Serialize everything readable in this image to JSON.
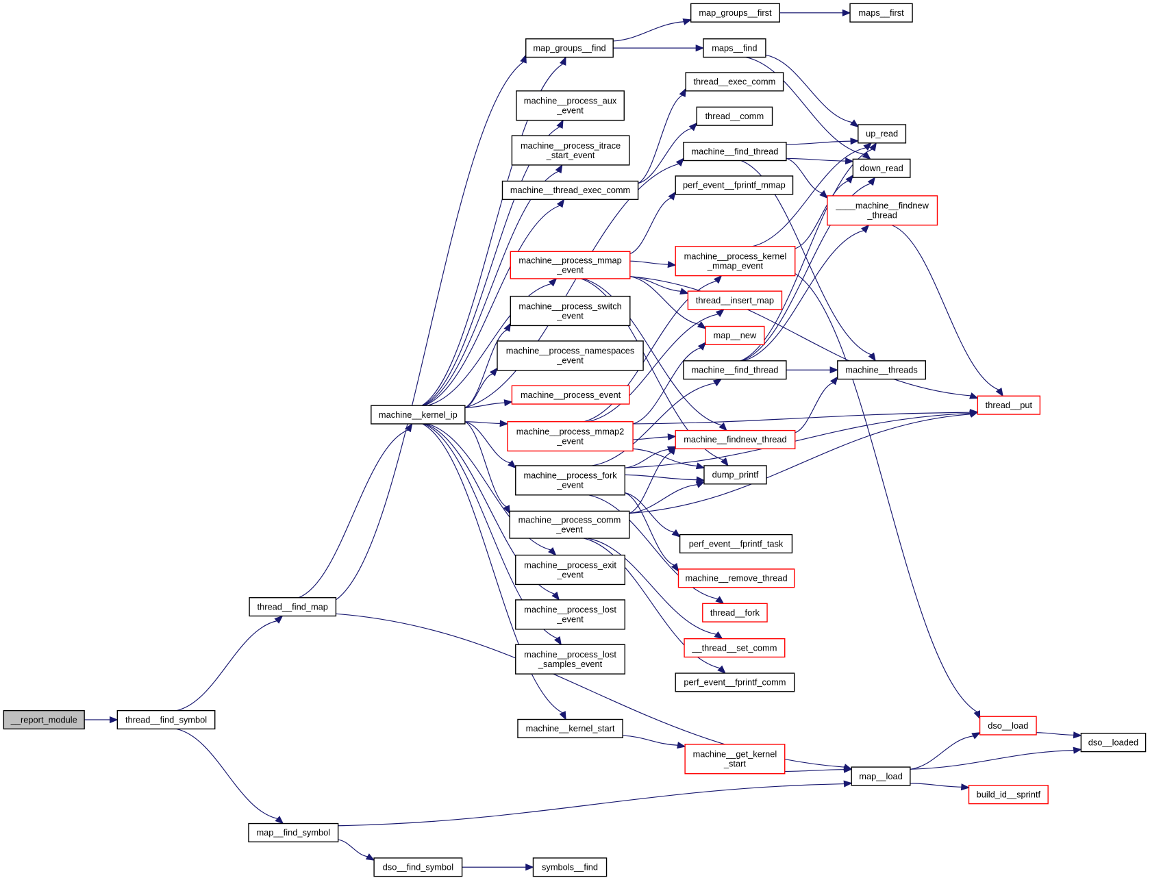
{
  "title": "Call graph of __report_module",
  "colors": {
    "edge": "#191970",
    "root_fill": "#bfbfbf",
    "node_border": "#000000",
    "external_border": "#ff0000"
  },
  "nodes": [
    {
      "id": "report_module",
      "lines": [
        "__report_module"
      ],
      "kind": "root"
    },
    {
      "id": "thread_find_symbol",
      "lines": [
        "thread__find_symbol"
      ],
      "kind": "normal"
    },
    {
      "id": "thread_find_map",
      "lines": [
        "thread__find_map"
      ],
      "kind": "normal"
    },
    {
      "id": "map_find_symbol",
      "lines": [
        "map__find_symbol"
      ],
      "kind": "normal"
    },
    {
      "id": "dso_find_symbol",
      "lines": [
        "dso__find_symbol"
      ],
      "kind": "normal"
    },
    {
      "id": "symbols_find",
      "lines": [
        "symbols__find"
      ],
      "kind": "normal"
    },
    {
      "id": "machine_kernel_ip",
      "lines": [
        "machine__kernel_ip"
      ],
      "kind": "normal"
    },
    {
      "id": "map_groups_find",
      "lines": [
        "map_groups__find"
      ],
      "kind": "normal"
    },
    {
      "id": "mp_aux_event",
      "lines": [
        "machine__process_aux",
        "_event"
      ],
      "kind": "normal"
    },
    {
      "id": "mp_itrace_start_event",
      "lines": [
        "machine__process_itrace",
        "_start_event"
      ],
      "kind": "normal"
    },
    {
      "id": "machine_thread_exec_comm",
      "lines": [
        "machine__thread_exec_comm"
      ],
      "kind": "normal"
    },
    {
      "id": "mp_mmap_event",
      "lines": [
        "machine__process_mmap",
        "_event"
      ],
      "kind": "external"
    },
    {
      "id": "mp_switch_event",
      "lines": [
        "machine__process_switch",
        "_event"
      ],
      "kind": "normal"
    },
    {
      "id": "mp_namespaces_event",
      "lines": [
        "machine__process_namespaces",
        "_event"
      ],
      "kind": "normal"
    },
    {
      "id": "mp_event",
      "lines": [
        "machine__process_event"
      ],
      "kind": "external"
    },
    {
      "id": "mp_mmap2_event",
      "lines": [
        "machine__process_mmap2",
        "_event"
      ],
      "kind": "external"
    },
    {
      "id": "mp_fork_event",
      "lines": [
        "machine__process_fork",
        "_event"
      ],
      "kind": "normal"
    },
    {
      "id": "mp_comm_event",
      "lines": [
        "machine__process_comm",
        "_event"
      ],
      "kind": "normal"
    },
    {
      "id": "mp_exit_event",
      "lines": [
        "machine__process_exit",
        "_event"
      ],
      "kind": "normal"
    },
    {
      "id": "mp_lost_event",
      "lines": [
        "machine__process_lost",
        "_event"
      ],
      "kind": "normal"
    },
    {
      "id": "mp_lost_samples_event",
      "lines": [
        "machine__process_lost",
        "_samples_event"
      ],
      "kind": "normal"
    },
    {
      "id": "machine_kernel_start",
      "lines": [
        "machine__kernel_start"
      ],
      "kind": "normal"
    },
    {
      "id": "map_groups_first",
      "lines": [
        "map_groups__first"
      ],
      "kind": "normal"
    },
    {
      "id": "maps_first",
      "lines": [
        "maps__first"
      ],
      "kind": "normal"
    },
    {
      "id": "maps_find",
      "lines": [
        "maps__find"
      ],
      "kind": "normal"
    },
    {
      "id": "thread_exec_comm",
      "lines": [
        "thread__exec_comm"
      ],
      "kind": "normal"
    },
    {
      "id": "thread_comm",
      "lines": [
        "thread__comm"
      ],
      "kind": "normal"
    },
    {
      "id": "machine_find_thread_a",
      "lines": [
        "machine__find_thread"
      ],
      "kind": "normal"
    },
    {
      "id": "perf_event_fprintf_mmap",
      "lines": [
        "perf_event__fprintf_mmap"
      ],
      "kind": "normal"
    },
    {
      "id": "mp_kernel_mmap_event",
      "lines": [
        "machine__process_kernel",
        "_mmap_event"
      ],
      "kind": "external"
    },
    {
      "id": "thread_insert_map",
      "lines": [
        "thread__insert_map"
      ],
      "kind": "external"
    },
    {
      "id": "map_new",
      "lines": [
        "map__new"
      ],
      "kind": "external"
    },
    {
      "id": "machine_find_thread_b",
      "lines": [
        "machine__find_thread"
      ],
      "kind": "normal"
    },
    {
      "id": "machine_findnew_thread",
      "lines": [
        "machine__findnew_thread"
      ],
      "kind": "external"
    },
    {
      "id": "dump_printf",
      "lines": [
        "dump_printf"
      ],
      "kind": "normal"
    },
    {
      "id": "perf_event_fprintf_task",
      "lines": [
        "perf_event__fprintf_task"
      ],
      "kind": "normal"
    },
    {
      "id": "machine_remove_thread",
      "lines": [
        "machine__remove_thread"
      ],
      "kind": "external"
    },
    {
      "id": "thread_fork",
      "lines": [
        "thread__fork"
      ],
      "kind": "external"
    },
    {
      "id": "thread_set_comm",
      "lines": [
        "__thread__set_comm"
      ],
      "kind": "external"
    },
    {
      "id": "perf_event_fprintf_comm",
      "lines": [
        "perf_event__fprintf_comm"
      ],
      "kind": "normal"
    },
    {
      "id": "machine_get_kernel_start",
      "lines": [
        "machine__get_kernel",
        "_start"
      ],
      "kind": "external"
    },
    {
      "id": "up_read",
      "lines": [
        "up_read"
      ],
      "kind": "normal"
    },
    {
      "id": "down_read",
      "lines": [
        "down_read"
      ],
      "kind": "normal"
    },
    {
      "id": "machine_findnew_thread_internal",
      "lines": [
        "____machine__findnew",
        "_thread"
      ],
      "kind": "external"
    },
    {
      "id": "machine_threads",
      "lines": [
        "machine__threads"
      ],
      "kind": "normal"
    },
    {
      "id": "thread_put",
      "lines": [
        "thread__put"
      ],
      "kind": "external"
    },
    {
      "id": "dso_load",
      "lines": [
        "dso__load"
      ],
      "kind": "external"
    },
    {
      "id": "dso_loaded",
      "lines": [
        "dso__loaded"
      ],
      "kind": "normal"
    },
    {
      "id": "map_load",
      "lines": [
        "map__load"
      ],
      "kind": "normal"
    },
    {
      "id": "build_id_sprintf",
      "lines": [
        "build_id__sprintf"
      ],
      "kind": "external"
    }
  ],
  "edges": [
    [
      "report_module",
      "thread_find_symbol"
    ],
    [
      "thread_find_symbol",
      "thread_find_map"
    ],
    [
      "thread_find_symbol",
      "map_find_symbol"
    ],
    [
      "thread_find_map",
      "map_groups_find"
    ],
    [
      "thread_find_map",
      "machine_kernel_ip"
    ],
    [
      "thread_find_map",
      "map_load"
    ],
    [
      "map_find_symbol",
      "map_load"
    ],
    [
      "map_find_symbol",
      "dso_find_symbol"
    ],
    [
      "dso_find_symbol",
      "symbols_find"
    ],
    [
      "map_groups_find",
      "map_groups_first"
    ],
    [
      "map_groups_find",
      "maps_find"
    ],
    [
      "map_groups_first",
      "maps_first"
    ],
    [
      "maps_find",
      "up_read"
    ],
    [
      "maps_find",
      "down_read"
    ],
    [
      "machine_kernel_ip",
      "map_groups_find"
    ],
    [
      "machine_kernel_ip",
      "mp_aux_event"
    ],
    [
      "machine_kernel_ip",
      "mp_itrace_start_event"
    ],
    [
      "machine_kernel_ip",
      "machine_thread_exec_comm"
    ],
    [
      "machine_kernel_ip",
      "machine_find_thread_a"
    ],
    [
      "machine_kernel_ip",
      "mp_mmap_event"
    ],
    [
      "machine_kernel_ip",
      "mp_switch_event"
    ],
    [
      "machine_kernel_ip",
      "mp_namespaces_event"
    ],
    [
      "machine_kernel_ip",
      "mp_event"
    ],
    [
      "machine_kernel_ip",
      "mp_mmap2_event"
    ],
    [
      "machine_kernel_ip",
      "mp_fork_event"
    ],
    [
      "machine_kernel_ip",
      "mp_comm_event"
    ],
    [
      "machine_kernel_ip",
      "mp_exit_event"
    ],
    [
      "machine_kernel_ip",
      "mp_lost_event"
    ],
    [
      "machine_kernel_ip",
      "mp_lost_samples_event"
    ],
    [
      "machine_kernel_ip",
      "machine_kernel_start"
    ],
    [
      "machine_thread_exec_comm",
      "thread_exec_comm"
    ],
    [
      "machine_thread_exec_comm",
      "thread_comm"
    ],
    [
      "machine_find_thread_a",
      "up_read"
    ],
    [
      "machine_find_thread_a",
      "down_read"
    ],
    [
      "machine_find_thread_a",
      "machine_findnew_thread_internal"
    ],
    [
      "machine_find_thread_a",
      "machine_threads"
    ],
    [
      "mp_mmap_event",
      "perf_event_fprintf_mmap"
    ],
    [
      "mp_mmap_event",
      "mp_kernel_mmap_event"
    ],
    [
      "mp_mmap_event",
      "thread_insert_map"
    ],
    [
      "mp_mmap_event",
      "map_new"
    ],
    [
      "mp_mmap_event",
      "machine_findnew_thread"
    ],
    [
      "mp_mmap_event",
      "dump_printf"
    ],
    [
      "mp_mmap_event",
      "thread_put"
    ],
    [
      "mp_kernel_mmap_event",
      "up_read"
    ],
    [
      "mp_kernel_mmap_event",
      "down_read"
    ],
    [
      "mp_kernel_mmap_event",
      "dso_load"
    ],
    [
      "mp_mmap2_event",
      "mp_kernel_mmap_event"
    ],
    [
      "mp_mmap2_event",
      "thread_insert_map"
    ],
    [
      "mp_mmap2_event",
      "map_new"
    ],
    [
      "mp_mmap2_event",
      "machine_findnew_thread"
    ],
    [
      "mp_mmap2_event",
      "dump_printf"
    ],
    [
      "mp_mmap2_event",
      "thread_put"
    ],
    [
      "machine_find_thread_b",
      "up_read"
    ],
    [
      "machine_find_thread_b",
      "down_read"
    ],
    [
      "machine_find_thread_b",
      "machine_findnew_thread_internal"
    ],
    [
      "machine_find_thread_b",
      "machine_threads"
    ],
    [
      "machine_findnew_thread",
      "machine_threads"
    ],
    [
      "machine_findnew_thread_internal",
      "thread_put"
    ],
    [
      "mp_fork_event",
      "machine_find_thread_b"
    ],
    [
      "mp_fork_event",
      "machine_findnew_thread"
    ],
    [
      "mp_fork_event",
      "dump_printf"
    ],
    [
      "mp_fork_event",
      "thread_put"
    ],
    [
      "mp_fork_event",
      "perf_event_fprintf_task"
    ],
    [
      "mp_fork_event",
      "machine_remove_thread"
    ],
    [
      "mp_fork_event",
      "thread_fork"
    ],
    [
      "mp_comm_event",
      "machine_findnew_thread"
    ],
    [
      "mp_comm_event",
      "dump_printf"
    ],
    [
      "mp_comm_event",
      "thread_set_comm"
    ],
    [
      "mp_comm_event",
      "perf_event_fprintf_comm"
    ],
    [
      "mp_comm_event",
      "thread_put"
    ],
    [
      "machine_kernel_start",
      "machine_get_kernel_start"
    ],
    [
      "machine_get_kernel_start",
      "map_load"
    ],
    [
      "map_load",
      "dso_load"
    ],
    [
      "map_load",
      "dso_loaded"
    ],
    [
      "map_load",
      "build_id_sprintf"
    ],
    [
      "dso_load",
      "dso_loaded"
    ]
  ]
}
